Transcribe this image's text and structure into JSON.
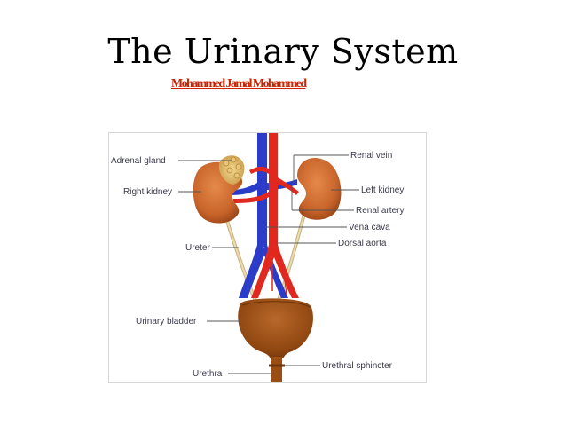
{
  "slide": {
    "title": "The Urinary System",
    "subtitle": "Mohammed Jamal Mohammed"
  },
  "colors": {
    "subtitle": "#cc2200",
    "vein": "#2b3cc8",
    "artery": "#e0281e",
    "kidney": "#c8642a",
    "bladder": "#9b4e14",
    "ureter": "#d8c89a"
  },
  "diagram": {
    "labels": {
      "adrenal_gland": "Adrenal gland",
      "right_kidney": "Right kidney",
      "ureter": "Ureter",
      "urinary_bladder": "Urinary bladder",
      "urethra": "Urethra",
      "renal_vein": "Renal vein",
      "left_kidney": "Left kidney",
      "renal_artery": "Renal artery",
      "vena_cava": "Vena cava",
      "dorsal_aorta": "Dorsal aorta",
      "urethral_sphincter": "Urethral sphincter"
    }
  }
}
